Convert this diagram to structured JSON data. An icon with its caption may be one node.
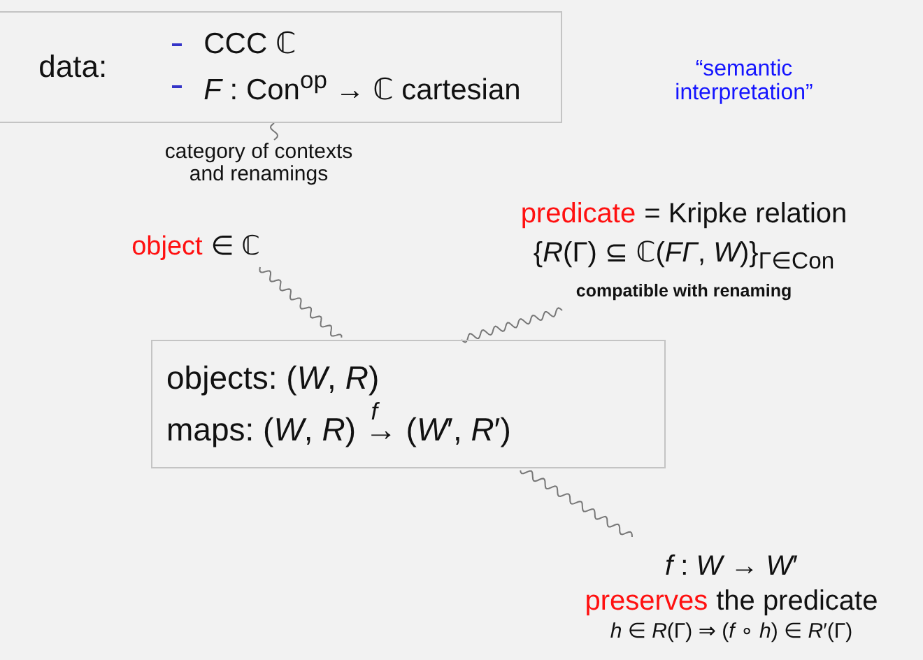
{
  "diagram": {
    "nodes": [
      {
        "text": [
          "data:",
          "CCC ℂ",
          "*F* : Con$^{op}$ → ℂ cartesian"
        ]
      },
      {
        "text": [
          "category of contexts and renamings"
        ]
      },
      {
        "text": [
          "predicate",
          "= Kripke relation",
          "{*R*(Γ) ⊆ ℂ(*FΓ*, *W*)}$_{Γ∈Con}$",
          "compatible with renaming"
        ]
      },
      {
        "text": [
          "object",
          "∈ ℂ"
        ]
      },
      {
        "text": [
          "objects: (*W*, *R*)",
          "maps: (*W*, *R*) $^{f}$→ (*W*′, *R*′)"
        ]
      },
      {
        "text": [
          "*f* : *W* → *W*′",
          "preserves",
          "the predicate",
          "*h* ∈ *R*(Γ) ⇒ (*f* ∘ *h*) ∈ *R*′(Γ)"
        ]
      }
    ],
    "edges": [
      {
        "from": 1,
        "to": 0,
        "arrow": "none"
      },
      {
        "from": 3,
        "to": 4,
        "arrow": "none"
      },
      {
        "from": 2,
        "to": 4,
        "arrow": "none"
      },
      {
        "from": 5,
        "to": 4,
        "arrow": "none"
      }
    ],
    "labels": [
      "“semantic interpretation”"
    ]
  }
}
